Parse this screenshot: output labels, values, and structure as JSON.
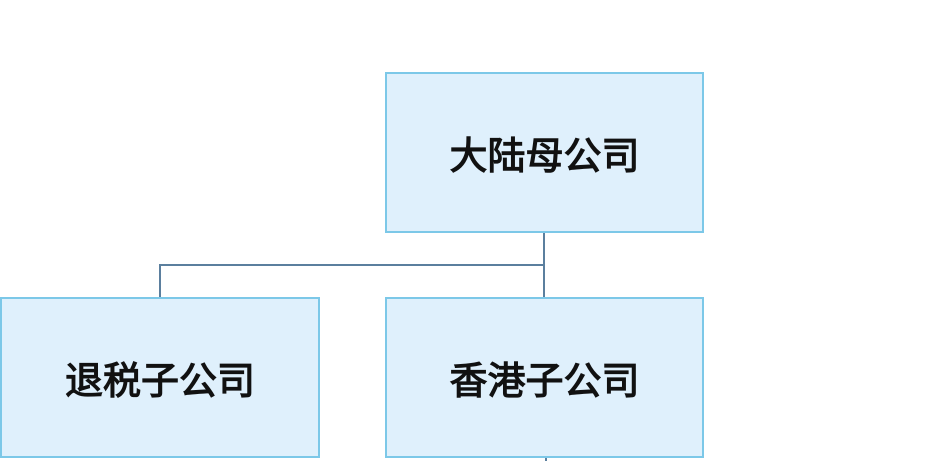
{
  "diagram": {
    "root": {
      "label": "大陆母公司"
    },
    "children": [
      {
        "label": "退税子公司"
      },
      {
        "label": "香港子公司"
      }
    ]
  }
}
